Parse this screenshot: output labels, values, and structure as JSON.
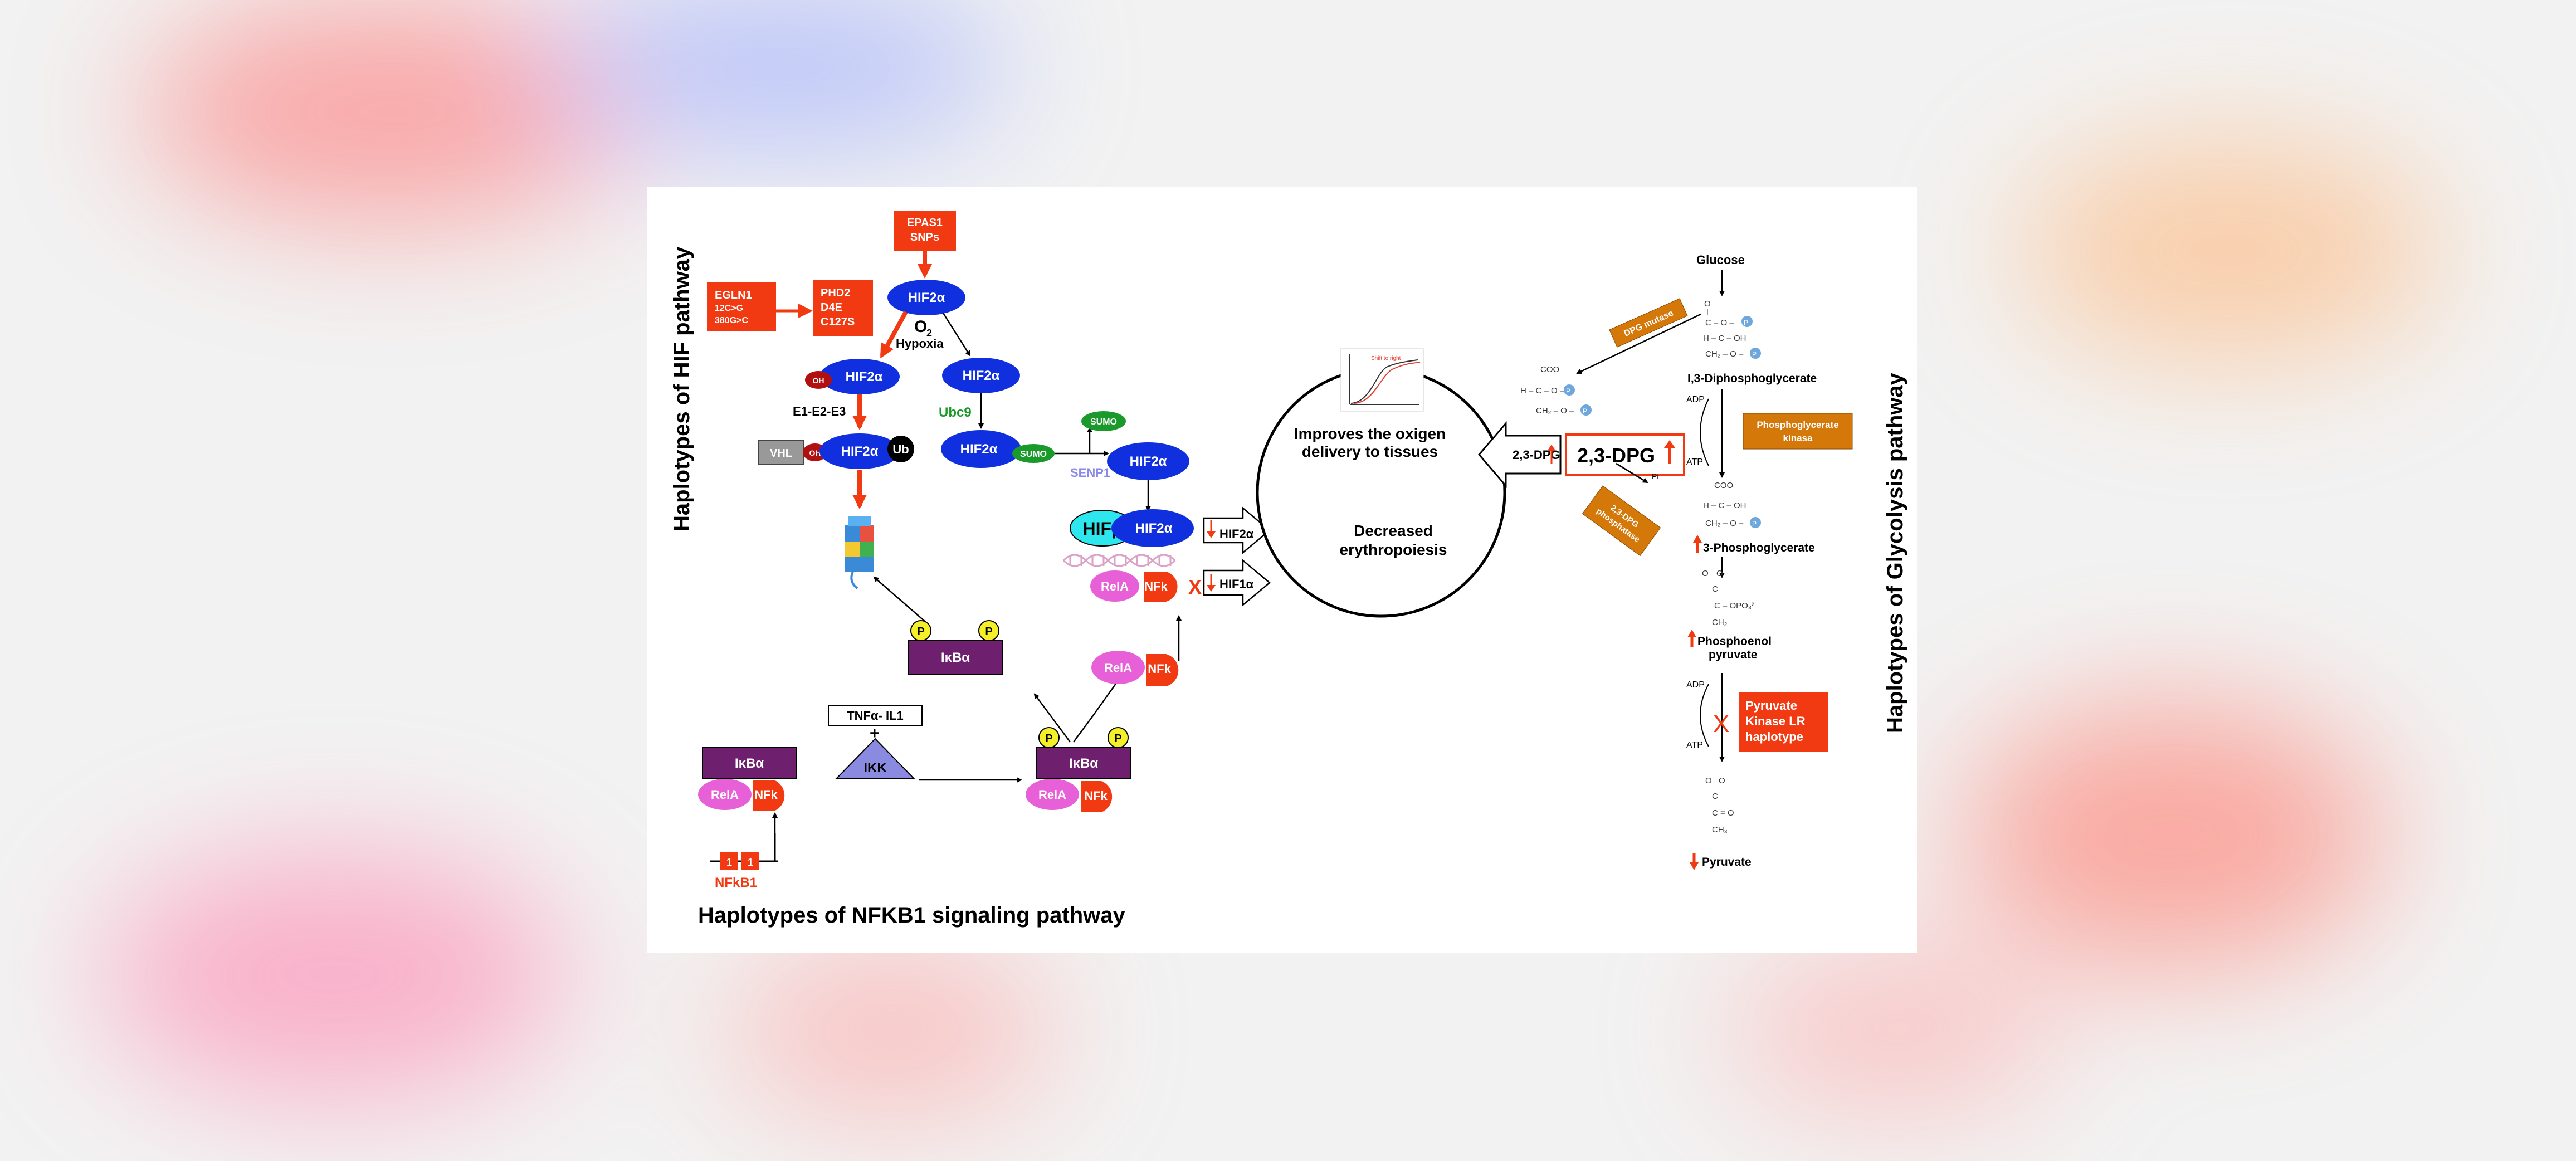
{
  "hif": {
    "side_title": "Haplotypes of HIF pathway",
    "epas1": [
      "EPAS1",
      "SNPs"
    ],
    "egln1": [
      "EGLN1",
      "12C>G",
      "380G>C"
    ],
    "phd2": [
      "PHD2",
      "D4E",
      "C127S"
    ],
    "o2": "O",
    "o2_sub": "2",
    "hypoxia": "Hypoxia",
    "oh": "OH",
    "e1e2e3": "E1-E2-E3",
    "ubc9": "Ubc9",
    "vhl": "VHL",
    "ub": "Ub",
    "sumo": "SUMO",
    "senp1": "SENP1",
    "hifb": "HIFβ",
    "hif2a": "HIF2α",
    "hif1a": "HIF1α",
    "colors": {
      "red": "#f23a12",
      "blue": "#1030e0",
      "green": "#1a9a2a",
      "magenta": "#e860d8",
      "cyan": "#2ee6ee",
      "purple": "#6e1f6e",
      "yellow": "#f5ef2a"
    }
  },
  "nfkb": {
    "bottom_title": "Haplotypes of NFKB1 signaling  pathway",
    "ikba": "IκBα",
    "rela": "RelA",
    "nfk": "NFk",
    "p": "P",
    "tnf": "TNFα- IL1",
    "ikk": "IKK",
    "nfkb1": "NFkB1",
    "gene_box": "1"
  },
  "center": {
    "improves": [
      "Improves the oxigen",
      "delivery to tissues"
    ],
    "decreased": [
      "Decreased",
      "erythropoiesis"
    ],
    "inset_label": "Shift to right",
    "dpg_arrow": "2,3-DPG",
    "dpg_box": "2,3-DPG"
  },
  "glycolysis": {
    "side_title": "Haplotypes of Glycolysis pathway",
    "glucose": "Glucose",
    "dpg_mutase": "DPG mutase",
    "bpg": "I,3-Diphosphoglycerate",
    "adp": "ADP",
    "atp": "ATP",
    "pgk": [
      "Phosphoglycerate",
      "kinasa"
    ],
    "dpg_phosphatase": [
      "2,3-DPG",
      "phosphatase"
    ],
    "pi": "Pi",
    "pg3": "3-Phosphoglycerate",
    "pep": [
      "Phosphoenol",
      "pyruvate"
    ],
    "pk": [
      "Pyruvate",
      "Kinase LR",
      "haplotype"
    ],
    "pyruvate": "Pyruvate",
    "orange": "#d4780a",
    "phospho_color": "#6fa7dd"
  }
}
